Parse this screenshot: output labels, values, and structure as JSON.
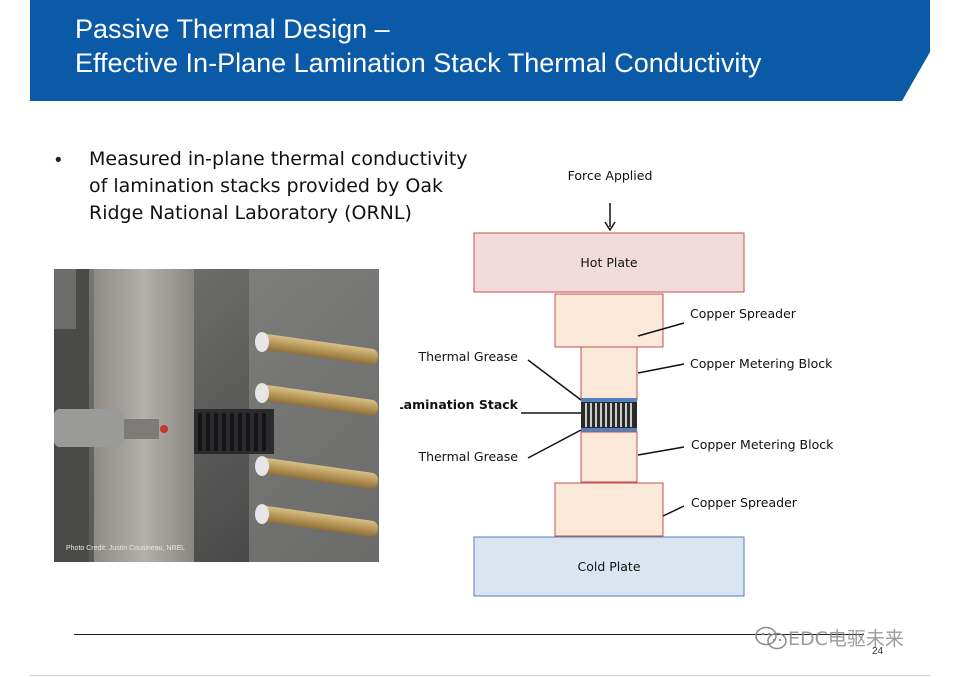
{
  "slide": {
    "title_line1": "Passive Thermal Design –",
    "title_line2": "Effective In-Plane Lamination Stack Thermal Conductivity",
    "page_number": "24",
    "colors": {
      "header_blue": "#0b5aa8",
      "hot_plate": "#f2dcdb",
      "cold_plate": "#dbe5f1",
      "copper": "#fde9d9",
      "border": "#c0504d",
      "grease_blue": "#4f81bd"
    }
  },
  "bullets": [
    {
      "marker": "•",
      "text": "Measured in-plane thermal conductivity of lamination stacks provided by Oak Ridge National Laboratory (ORNL)"
    }
  ],
  "photo": {
    "credit": "Photo Credit: Justin Cousineau, NREL"
  },
  "diagram": {
    "force_label": "Force Applied",
    "hot_plate": "Hot Plate",
    "cold_plate": "Cold Plate",
    "copper_spreader_top": "Copper Spreader",
    "copper_metering_top": "Copper Metering Block",
    "thermal_grease_top": "Thermal Grease",
    "lamination_stack": "Lamination Stack",
    "thermal_grease_bottom": "Thermal Grease",
    "copper_metering_bottom": "Copper Metering Block",
    "copper_spreader_bottom": "Copper Spreader"
  },
  "watermark": {
    "icon": "wechat-icon",
    "text": "EDC电驱未来"
  }
}
